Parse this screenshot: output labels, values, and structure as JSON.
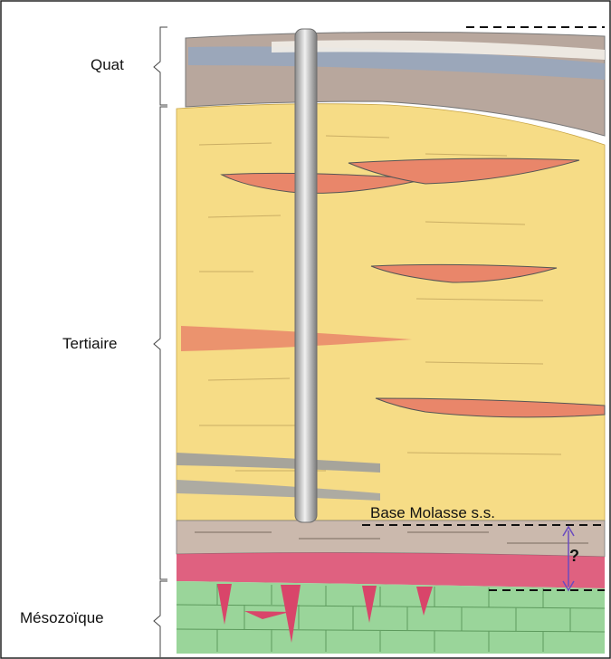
{
  "labels": {
    "quaternary": "Quat",
    "tertiary": "Tertiaire",
    "mesozoic": "Mésozoïque",
    "base_molasse": "Base Molasse s.s.",
    "uncertainty": "?"
  },
  "layers": [
    {
      "name": "quaternary-gravel",
      "color": "#b9a59a"
    },
    {
      "name": "tertiary-molasse-sandstone",
      "color": "#f4d77a"
    },
    {
      "name": "sand-lens",
      "color": "#e9866a"
    },
    {
      "name": "marl",
      "color": "#9c9c9c"
    },
    {
      "name": "siderolithic-red-clay",
      "color": "#d9456a"
    },
    {
      "name": "mesozoic-limestone",
      "color": "#7fc87f"
    }
  ]
}
